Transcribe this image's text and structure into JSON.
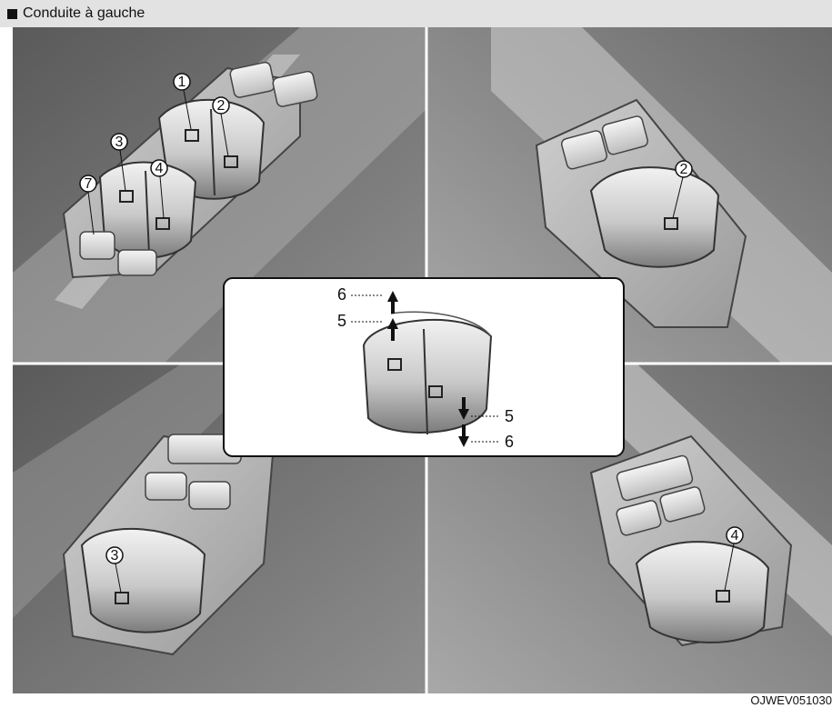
{
  "header": {
    "title": "Conduite à gauche"
  },
  "figure_code": "OJWEV051030",
  "callouts": {
    "driver": [
      "1",
      "2",
      "3",
      "4",
      "7"
    ],
    "front_passenger": [
      "2"
    ],
    "rear_left": [
      "3"
    ],
    "rear_right": [
      "4"
    ],
    "detail": [
      "6",
      "5",
      "5",
      "6"
    ]
  }
}
